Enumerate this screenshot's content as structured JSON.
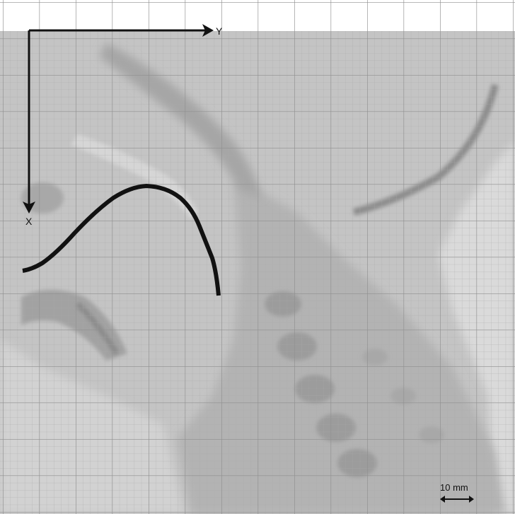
{
  "axes": {
    "x_label": "X",
    "y_label": "Y"
  },
  "scale_bar": {
    "label": "10 mm"
  },
  "colors": {
    "grid_line": "#8f8f8f",
    "xray_background": "#c4c4c4",
    "soft_tissue": "#b0b0b0",
    "bone_dark": "#8a8a8a",
    "air_light": "#dcdcdc",
    "tongue_contour": "#111111",
    "axis_arrows": "#111111"
  },
  "icons": {
    "x_axis_arrow": "arrow-down-icon",
    "y_axis_arrow": "arrow-right-icon",
    "scale_bar": "double-arrow-icon"
  }
}
